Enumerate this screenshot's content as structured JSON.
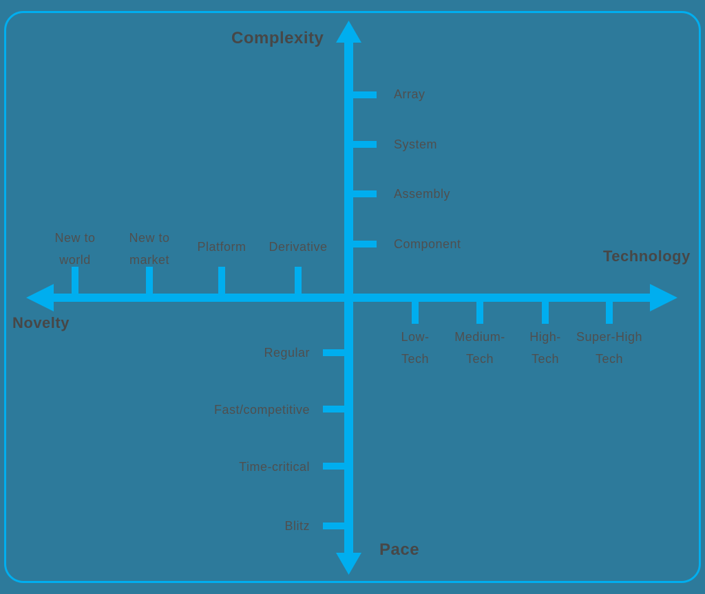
{
  "diagram": {
    "name": "four-axis framework diagram",
    "colors": {
      "background": "#2D7A9B",
      "axis": "#00AEEF",
      "border": "#00AEEF",
      "title_text": "#474747",
      "tick_text": "#4F4F4F"
    },
    "axes": {
      "complexity": {
        "title": "Complexity",
        "direction": "up",
        "ticks": [
          {
            "label": "Array"
          },
          {
            "label": "System"
          },
          {
            "label": "Assembly"
          },
          {
            "label": "Component"
          }
        ]
      },
      "technology": {
        "title": "Technology",
        "direction": "right",
        "ticks": [
          {
            "lines": [
              "Low-",
              "Tech"
            ]
          },
          {
            "lines": [
              "Medium-",
              "Tech"
            ]
          },
          {
            "lines": [
              "High-",
              "Tech"
            ]
          },
          {
            "lines": [
              "Super-High",
              "Tech"
            ]
          }
        ]
      },
      "novelty": {
        "title": "Novelty",
        "direction": "left",
        "ticks": [
          {
            "lines": [
              "New to",
              "world"
            ]
          },
          {
            "lines": [
              "New to",
              "market"
            ]
          },
          {
            "lines": [
              "Platform"
            ]
          },
          {
            "lines": [
              "Derivative"
            ]
          }
        ]
      },
      "pace": {
        "title": "Pace",
        "direction": "down",
        "ticks": [
          {
            "label": "Regular"
          },
          {
            "label": "Fast/competitive"
          },
          {
            "label": "Time-critical"
          },
          {
            "label": "Blitz"
          }
        ]
      }
    }
  }
}
